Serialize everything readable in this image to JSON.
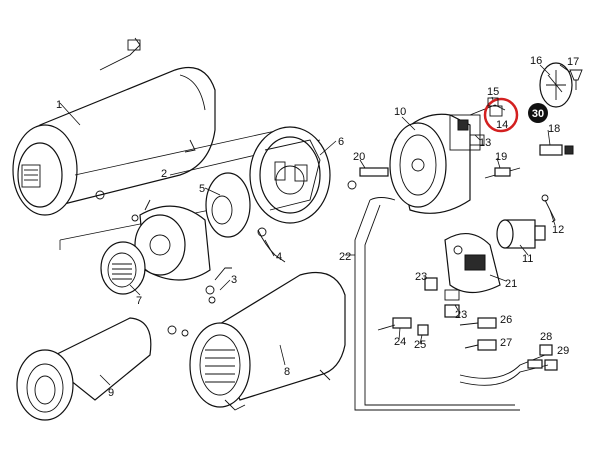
{
  "diagram": {
    "labels": {
      "p1": "1",
      "p2": "2",
      "p3": "3",
      "p4": "4",
      "p5": "5",
      "p6": "6",
      "p7": "7",
      "p8": "8",
      "p9": "9",
      "p10": "10",
      "p11": "11",
      "p12": "12",
      "p13": "13",
      "p14": "14",
      "p15": "15",
      "p16": "16",
      "p17": "17",
      "p18": "18",
      "p19": "19",
      "p20": "20",
      "p21": "21",
      "p22": "22",
      "p23a": "23",
      "p23b": "23",
      "p24": "24",
      "p25": "25",
      "p26": "26",
      "p27": "27",
      "p28": "28",
      "p29": "29",
      "p30": "30"
    },
    "highlight_color": "#d32020",
    "badge_color": "#111111"
  }
}
